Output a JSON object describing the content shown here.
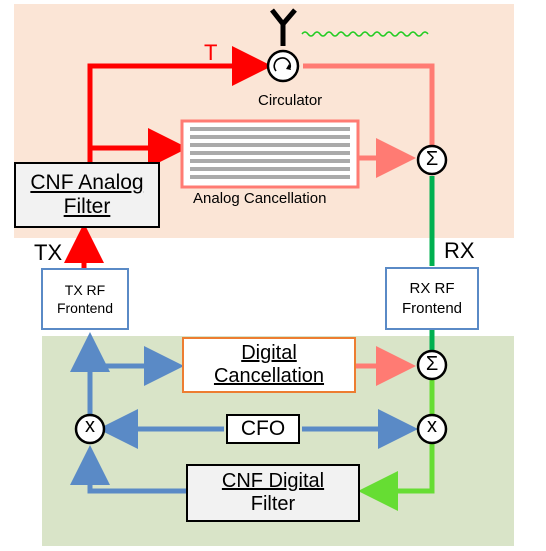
{
  "labels": {
    "tx_signal": "T",
    "circulator": "Circulator",
    "cnf_analog_filter_line1": "CNF Analog",
    "cnf_analog_filter_line2": "Filter",
    "analog_cancellation": "Analog Cancellation",
    "tx": "TX",
    "rx": "RX",
    "tx_rf_frontend_line1": "TX RF",
    "tx_rf_frontend_line2": "Frontend",
    "rx_rf_frontend_line1": "RX RF",
    "rx_rf_frontend_line2": "Frontend",
    "digital_cancellation_line1": "Digital",
    "digital_cancellation_line2": "Cancellation",
    "cfo": "CFO",
    "cnf_digital_filter_line1": "CNF Digital",
    "cnf_digital_filter_line2": "Filter",
    "sum_symbol": "Σ",
    "mixer_symbol": "x"
  },
  "colors": {
    "analog_region": "#fbe5d6",
    "digital_region": "#d9e4c8",
    "tx_red": "#ff0000",
    "salmon": "#ff7b73",
    "rx_green": "#00b050",
    "bright_green": "#66dd33",
    "blue": "#5a8ac6",
    "orange": "#ed7d31",
    "wave_green": "#22cc22"
  }
}
